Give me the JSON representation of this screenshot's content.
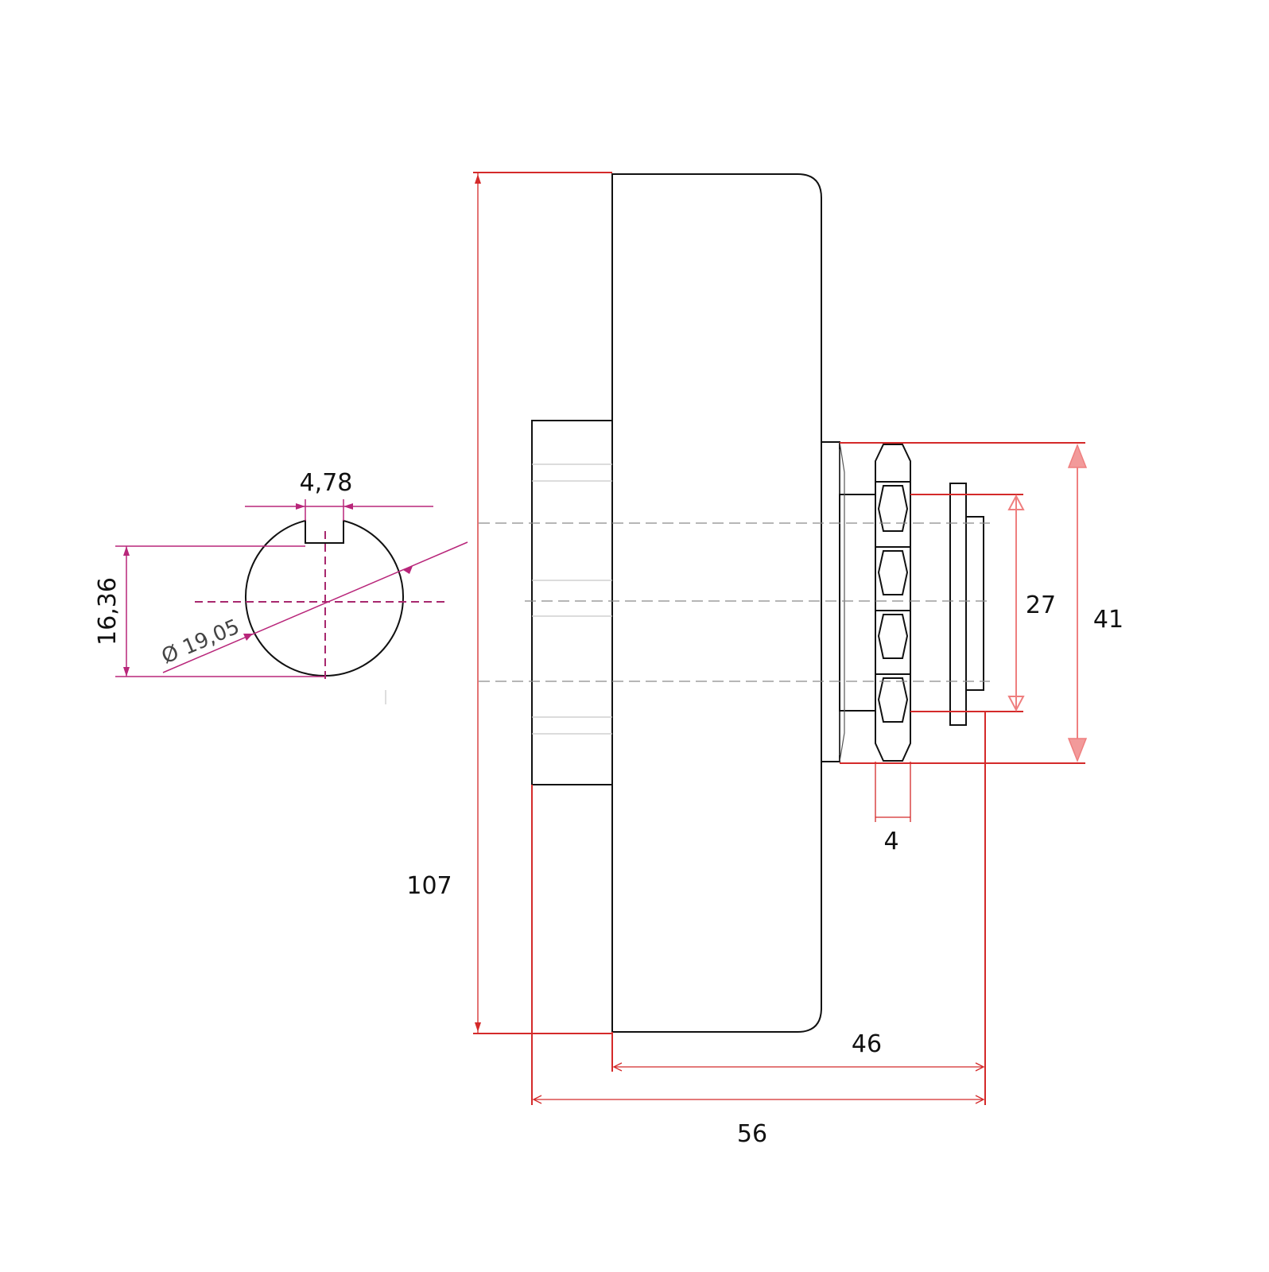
{
  "dimensions": {
    "keyway_width": "4,78",
    "shaft_flat_height": "16,36",
    "shaft_diameter": "Ø 19,05",
    "overall_height": "107",
    "sprocket_width": "4",
    "hub_diameter": "27",
    "sprocket_diameter": "41",
    "body_to_shaft_length": "46",
    "overall_length": "56"
  },
  "colors": {
    "outline": "#111111",
    "dimension_red": "#d42a2a",
    "dimension_pink": "#ef7f7f",
    "dimension_magenta": "#b8267a"
  }
}
